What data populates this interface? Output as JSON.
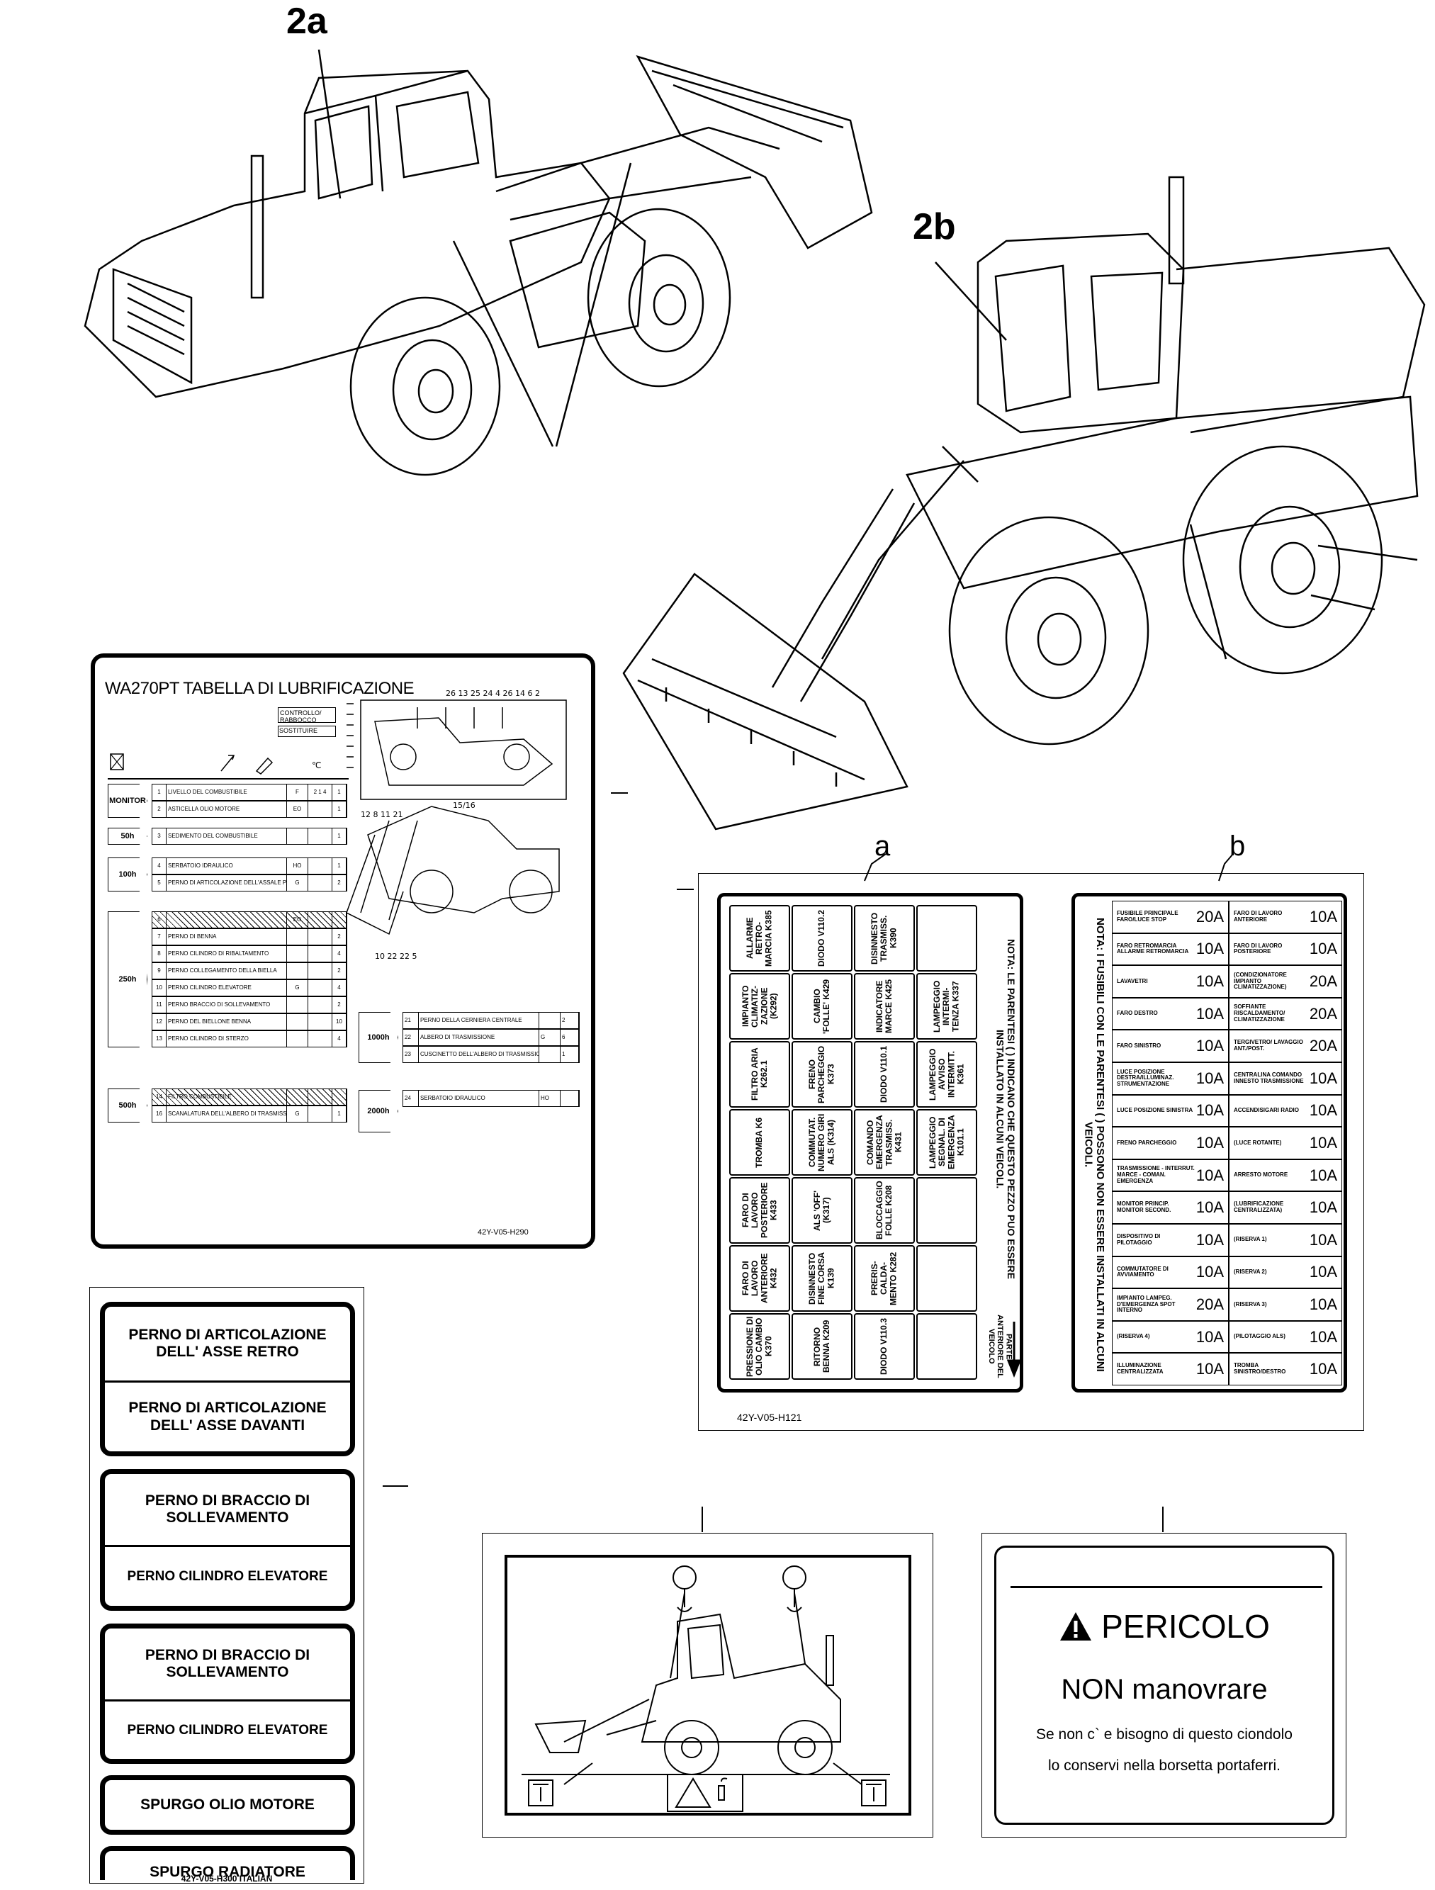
{
  "callouts": {
    "a2": "2a",
    "b2": "2b",
    "a": "a",
    "b": "b"
  },
  "lube": {
    "title": "WA270PT TABELLA DI LUBRIFICAZIONE",
    "legend_top": "CONTROLLO/ RABBOCCO",
    "legend_bottom": "SOSTITUIRE",
    "intervals": [
      "MONITOR",
      "50h",
      "100h",
      "250h",
      "500h",
      "1000h",
      "2000h"
    ],
    "left_rows": [
      {
        "n": "1",
        "t": "LIVELLO DEL COMBUSTIBILE",
        "c": "F",
        "q": "2 1 4",
        "k": "1"
      },
      {
        "n": "2",
        "t": "ASTICELLA OLIO MOTORE",
        "c": "EO",
        "q": "",
        "k": "1"
      },
      {
        "n": "3",
        "t": "SEDIMENTO DEL COMBUSTIBILE",
        "c": "",
        "q": "",
        "k": "1"
      },
      {
        "n": "4",
        "t": "SERBATOIO IDRAULICO",
        "c": "HO",
        "q": "",
        "k": "1"
      },
      {
        "n": "5",
        "t": "PERNO DI ARTICOLAZIONE DELL'ASSALE POSTERIORE",
        "c": "G",
        "q": "",
        "k": "2"
      },
      {
        "n": "6",
        "t": "",
        "c": "EO",
        "q": "",
        "k": ""
      },
      {
        "n": "7",
        "t": "PERNO DI BENNA",
        "c": "",
        "q": "",
        "k": "2"
      },
      {
        "n": "8",
        "t": "PERNO CILINDRO DI RIBALTAMENTO",
        "c": "",
        "q": "",
        "k": "4"
      },
      {
        "n": "9",
        "t": "PERNO COLLEGAMENTO DELLA BIELLA",
        "c": "",
        "q": "",
        "k": "2"
      },
      {
        "n": "10",
        "t": "PERNO CILINDRO ELEVATORE",
        "c": "G",
        "q": "",
        "k": "4"
      },
      {
        "n": "11",
        "t": "PERNO BRACCIO DI SOLLEVAMENTO",
        "c": "",
        "q": "",
        "k": "2"
      },
      {
        "n": "12",
        "t": "PERNO DEL BIELLONE BENNA",
        "c": "",
        "q": "",
        "k": "10"
      },
      {
        "n": "13",
        "t": "PERNO CILINDRO DI STERZO",
        "c": "",
        "q": "",
        "k": "4"
      },
      {
        "n": "14",
        "t": "FILTRO COMBUSTIBILE",
        "c": "",
        "q": "",
        "k": ""
      },
      {
        "n": "16",
        "t": "SCANALATURA DELL'ALBERO DI TRASMISSIONE",
        "c": "G",
        "q": "",
        "k": "1"
      }
    ],
    "right_rows": [
      {
        "n": "21",
        "t": "PERNO DELLA CERNIERA CENTRALE",
        "c": "",
        "k": "2"
      },
      {
        "n": "22",
        "t": "ALBERO DI TRASMISSIONE",
        "c": "G",
        "k": "6"
      },
      {
        "n": "23",
        "t": "CUSCINETTO DELL'ALBERO DI TRASMISSIONE",
        "c": "",
        "k": "1"
      },
      {
        "n": "24",
        "t": "SERBATOIO IDRAULICO",
        "c": "HO",
        "k": ""
      }
    ],
    "code": "42Y-V05-H290"
  },
  "pins": {
    "groups": [
      [
        "PERNO DI ARTICOLAZIONE DELL' ASSE RETRO",
        "PERNO DI ARTICOLAZIONE DELL' ASSE DAVANTI"
      ],
      [
        "PERNO DI BRACCIO DI SOLLEVAMENTO",
        "PERNO CILINDRO ELEVATORE"
      ],
      [
        "PERNO DI BRACCIO DI SOLLEVAMENTO",
        "PERNO CILINDRO ELEVATORE"
      ],
      [
        "SPURGO OLIO MOTORE"
      ],
      [
        "SPURGO RADIATORE"
      ]
    ],
    "code": "42Y-V05-H300 ITALIAN"
  },
  "fuse_a": {
    "grid": [
      [
        "ALLARME RETRO- MARCIA K385",
        "DIODO V110.2",
        "DISINNESTO TRASMISS. K390",
        ""
      ],
      [
        "IMPIANTO CLIMATIZ- ZAZIONE (K292)",
        "CAMBIO 'FOLLE' K429",
        "INDICATORE MARCE K425",
        "LAMPEGGIO INTERMI- TENZA K337"
      ],
      [
        "FILTRO ARIA K262.1",
        "FRENO PARCHEGGIO K373",
        "DIODO V110.1",
        "LAMPEGGIO AVVISO INTERMITT. K361"
      ],
      [
        "TROMBA K6",
        "COMMUTAT. NUMERO GIRI ALS (K314)",
        "COMANDO EMERGENZA TRASMISS. K431",
        "LAMPEGGIO SEGNAL. DI EMERGENZA K101.1"
      ],
      [
        "FARO DI LAVORO POSTERIORE K433",
        "ALS 'OFF' (K317)",
        "BLOCCAGGIO FOLLE K208",
        ""
      ],
      [
        "FARO DI LAVORO ANTERIORE K432",
        "DISINNESTO FINE CORSA K139",
        "PRERIS- CALDA- MENTO K282",
        ""
      ],
      [
        "PRESSIONE DI OLIO CAMBIO K370",
        "RITORNO BENNA K209",
        "DIODO V110.3",
        ""
      ]
    ],
    "note": "NOTA: LE PARENTESI ( ) INDICANO CHE QUESTO PEZZO PUO ESSERE INSTALLATO IN ALCUNI VEICOLI.",
    "front": "PARTE ANTERIORE DEL VEICOLO",
    "code": "42Y-V05-H121"
  },
  "fuse_b": {
    "note": "NOTA: I FUSIBILI CON LE PARENTESI ( ) POSSONO NON ESSERE INSTALLATI IN ALCUNI VEICOLI.",
    "left": [
      {
        "t": "FUSIBILE PRINCIPALE FARO/LUCE STOP",
        "a": "20A"
      },
      {
        "t": "FARO RETROMARCIA ALLARME RETROMARCIA",
        "a": "10A"
      },
      {
        "t": "LAVAVETRI",
        "a": "10A"
      },
      {
        "t": "FARO DESTRO",
        "a": "10A"
      },
      {
        "t": "FARO SINISTRO",
        "a": "10A"
      },
      {
        "t": "LUCE POSIZIONE DESTRA/ILLUMINAZ. STRUMENTAZIONE",
        "a": "10A"
      },
      {
        "t": "LUCE POSIZIONE SINISTRA",
        "a": "10A"
      },
      {
        "t": "FRENO PARCHEGGIO",
        "a": "10A"
      },
      {
        "t": "TRASMISSIONE - INTERRUT. MARCE - COMAN. EMERGENZA",
        "a": "10A"
      },
      {
        "t": "MONITOR PRINCIP. MONITOR SECOND.",
        "a": "10A"
      },
      {
        "t": "DISPOSITIVO DI PILOTAGGIO",
        "a": "10A"
      },
      {
        "t": "COMMUTATORE DI AVVIAMENTO",
        "a": "10A"
      },
      {
        "t": "IMPIANTO LAMPEG. D'EMERGENZA SPOT INTERNO",
        "a": "20A"
      },
      {
        "t": "(RISERVA 4)",
        "a": "10A"
      },
      {
        "t": "ILLUMINAZIONE CENTRALIZZATA",
        "a": "10A"
      }
    ],
    "right": [
      {
        "t": "FARO DI LAVORO ANTERIORE",
        "a": "10A"
      },
      {
        "t": "FARO DI LAVORO POSTERIORE",
        "a": "10A"
      },
      {
        "t": "(CONDIZIONATORE IMPIANTO CLIMATIZZAZIONE)",
        "a": "20A"
      },
      {
        "t": "SOFFIANTE RISCALDAMENTO/ CLIMATIZZAZIONE",
        "a": "20A"
      },
      {
        "t": "TERGIVETRO/ LAVAGGIO ANT./POST.",
        "a": "20A"
      },
      {
        "t": "CENTRALINA COMANDO INNESTO TRASMISSIONE",
        "a": "10A"
      },
      {
        "t": "ACCENDISIGARI RADIO",
        "a": "10A"
      },
      {
        "t": "(LUCE ROTANTE)",
        "a": "10A"
      },
      {
        "t": "ARRESTO MOTORE",
        "a": "10A"
      },
      {
        "t": "(LUBRIFICAZIONE CENTRALIZZATA)",
        "a": "10A"
      },
      {
        "t": "(RISERVA 1)",
        "a": "10A"
      },
      {
        "t": "(RISERVA 2)",
        "a": "10A"
      },
      {
        "t": "(RISERVA 3)",
        "a": "10A"
      },
      {
        "t": "(PILOTAGGIO ALS)",
        "a": "10A"
      },
      {
        "t": "TROMBA SINISTRO/DESTRO",
        "a": "10A"
      }
    ]
  },
  "danger": {
    "heading": "PERICOLO",
    "sub": "NON manovrare",
    "line1": "Se non c` e bisogno di questo ciondolo",
    "line2": "lo conservi nella borsetta portaferri."
  },
  "icons": [
    "warning-triangle-icon",
    "lifting-hook-icon",
    "lock-icon",
    "crush-hazard-icon"
  ]
}
